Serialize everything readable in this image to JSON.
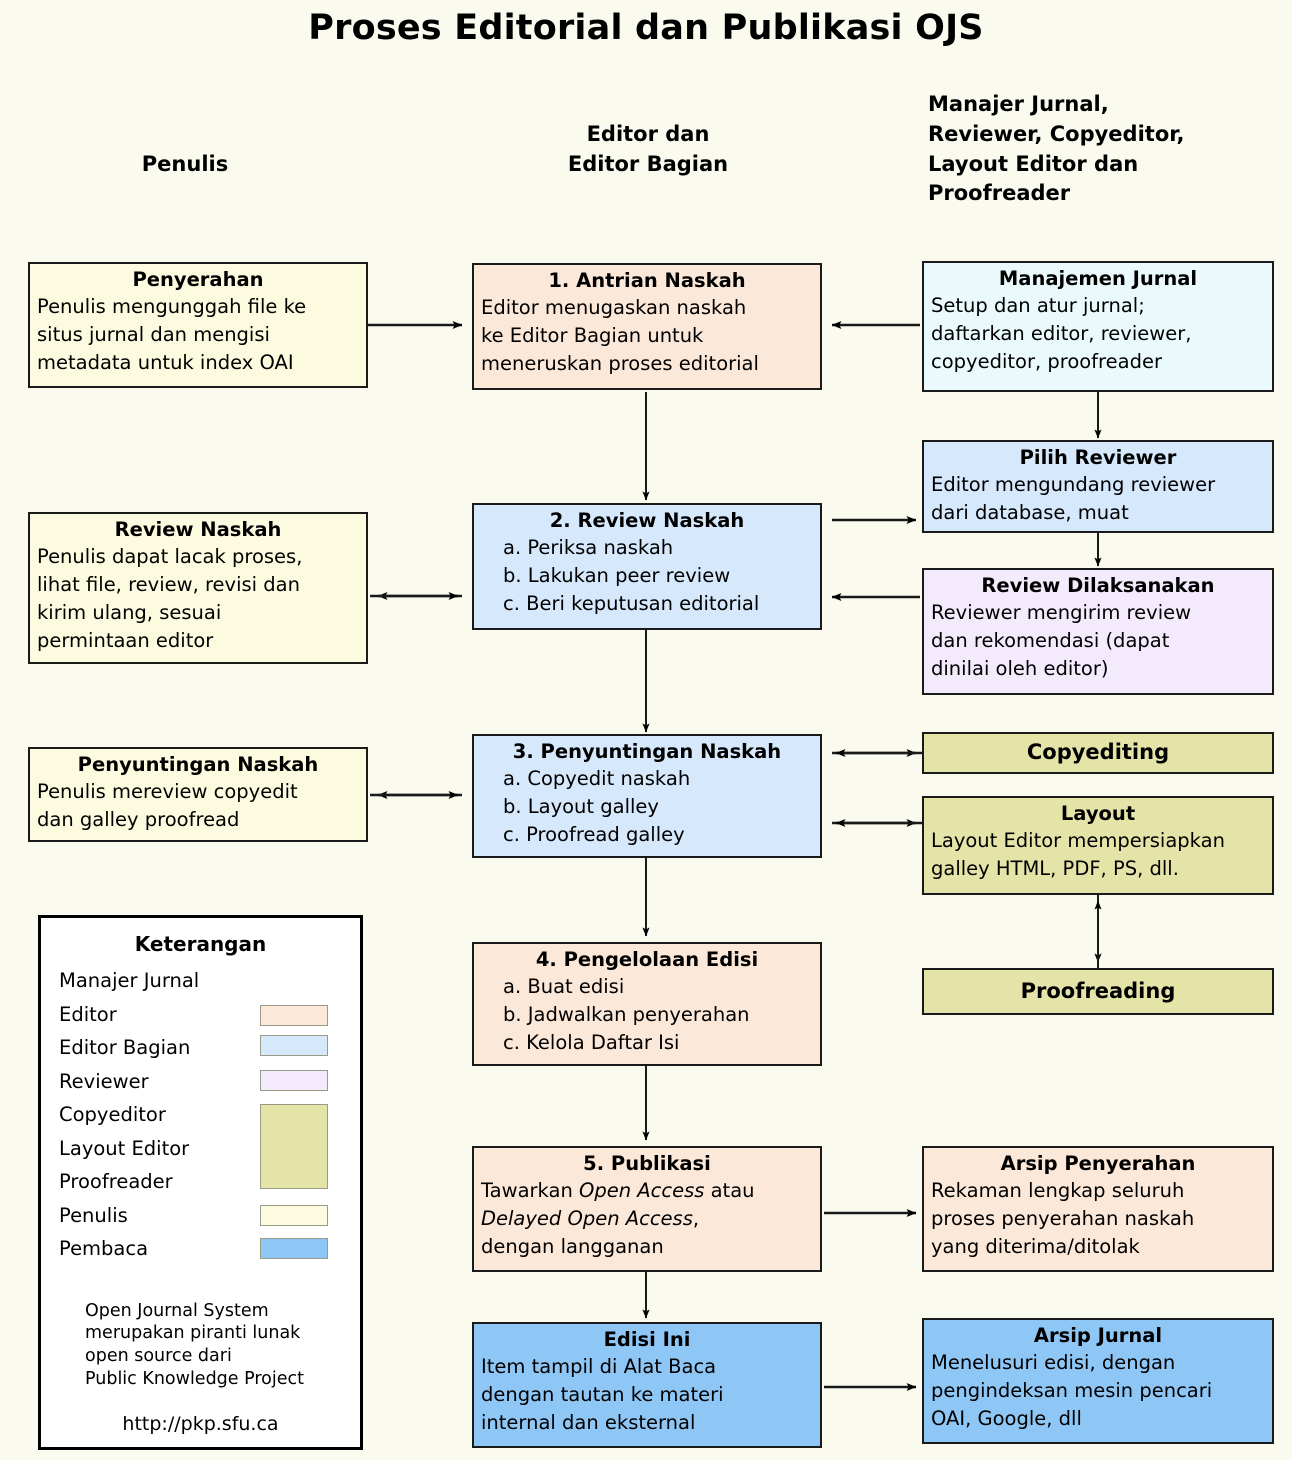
{
  "title": "Proses Editorial dan Publikasi OJS",
  "columns": {
    "left": "Penulis",
    "middle_l1": "Editor dan",
    "middle_l2": "Editor Bagian",
    "right_l1": "Manajer Jurnal,",
    "right_l2": "Reviewer, Copyeditor,",
    "right_l3": "Layout Editor dan",
    "right_l4": "Proofreader"
  },
  "boxes": {
    "penyerahan": {
      "title": "Penyerahan",
      "l1": "Penulis mengunggah file ke",
      "l2": "situs jurnal dan mengisi",
      "l3": "metadata untuk index OAI",
      "role": "Penulis",
      "color": "#fcfbe0"
    },
    "antrian_naskah": {
      "title": "1. Antrian Naskah",
      "l1": "Editor menugaskan naskah",
      "l2": "ke Editor Bagian untuk",
      "l3": "meneruskan proses editorial",
      "role": "Editor",
      "color": "#fce8d8"
    },
    "manajemen_jurnal": {
      "title": "Manajemen Jurnal",
      "l1": "Setup dan atur jurnal;",
      "l2": "daftarkan editor, reviewer,",
      "l3": "copyeditor, proofreader",
      "role": "Manajer Jurnal",
      "color": "#eafafc"
    },
    "review_naskah_author": {
      "title": "Review Naskah",
      "l1": "Penulis dapat lacak proses,",
      "l2": "lihat file, review, revisi dan",
      "l3": "kirim ulang, sesuai",
      "l4": "permintaan editor",
      "role": "Penulis",
      "color": "#fcfbe0"
    },
    "review_naskah": {
      "title": "2. Review Naskah",
      "l1": "a. Periksa naskah",
      "l2": "b. Lakukan peer review",
      "l3": "c. Beri keputusan editorial",
      "role": "Editor Bagian",
      "color": "#d6e8fb"
    },
    "pilih_reviewer": {
      "title": "Pilih Reviewer",
      "l1": "Editor mengundang reviewer",
      "l2": "dari database, muat",
      "role": "Editor Bagian",
      "color": "#d6e8fb"
    },
    "review_dilaksanakan": {
      "title": "Review Dilaksanakan",
      "l1": "Reviewer mengirim review",
      "l2": "dan rekomendasi (dapat",
      "l3": "dinilai oleh editor)",
      "role": "Reviewer",
      "color": "#f3eafc"
    },
    "penyuntingan_author": {
      "title": "Penyuntingan Naskah",
      "l1": "Penulis mereview copyedit",
      "l2": "dan galley proofread",
      "role": "Penulis",
      "color": "#fcfbe0"
    },
    "penyuntingan_naskah": {
      "title": "3. Penyuntingan Naskah",
      "l1": "a. Copyedit naskah",
      "l2": "b. Layout galley",
      "l3": "c. Proofread galley",
      "role": "Editor Bagian",
      "color": "#d6e8fb"
    },
    "copyediting": {
      "title": "Copyediting",
      "role": "Copyeditor",
      "color": "#e4e4a9"
    },
    "layout": {
      "title": "Layout",
      "l1": "Layout Editor mempersiapkan",
      "l2": "galley HTML, PDF, PS, dll.",
      "role": "Layout Editor",
      "color": "#e4e4a9"
    },
    "proofreading": {
      "title": "Proofreading",
      "role": "Proofreader",
      "color": "#e4e4a9"
    },
    "pengelolaan_edisi": {
      "title": "4. Pengelolaan Edisi",
      "l1": "a. Buat edisi",
      "l2": "b. Jadwalkan penyerahan",
      "l3": "c. Kelola Daftar Isi",
      "role": "Editor",
      "color": "#fce8d8"
    },
    "publikasi": {
      "title": "5. Publikasi",
      "l1_a": "Tawarkan ",
      "l1_em": "Open Access",
      "l1_b": " atau",
      "l2_em": "Delayed Open Access",
      "l2_b": ",",
      "l3": "dengan langganan",
      "role": "Editor",
      "color": "#fce8d8"
    },
    "arsip_penyerahan": {
      "title": "Arsip Penyerahan",
      "l1": "Rekaman lengkap seluruh",
      "l2": "proses penyerahan naskah",
      "l3": "yang diterima/ditolak",
      "role": "Editor",
      "color": "#fce8d8"
    },
    "edisi_ini": {
      "title": "Edisi Ini",
      "l1": "Item tampil di Alat Baca",
      "l2": "dengan tautan ke materi",
      "l3": "internal dan eksternal",
      "role": "Pembaca",
      "color": "#8ec6f5"
    },
    "arsip_jurnal": {
      "title": "Arsip Jurnal",
      "l1": "Menelusuri edisi, dengan",
      "l2": "pengindeksan mesin pencari",
      "l3": "OAI, Google, dll",
      "role": "Pembaca",
      "color": "#8ec6f5"
    }
  },
  "legend": {
    "title": "Keterangan",
    "items": [
      {
        "label": "Manajer Jurnal",
        "color": "#eafafc"
      },
      {
        "label": "Editor",
        "color": "#fce8d8"
      },
      {
        "label": "Editor Bagian",
        "color": "#d6e8fb"
      },
      {
        "label": "Reviewer",
        "color": "#f3eafc"
      },
      {
        "label": "Copyeditor",
        "color": "#e4e4a9"
      },
      {
        "label": "Layout Editor",
        "color": "#e4e4a9"
      },
      {
        "label": "Proofreader",
        "color": "#e4e4a9"
      },
      {
        "label": "Penulis",
        "color": "#fcfbe0"
      },
      {
        "label": "Pembaca",
        "color": "#8ec6f5"
      }
    ],
    "note_l1": "Open Journal System",
    "note_l2": "merupakan piranti lunak",
    "note_l3": "open source dari",
    "note_l4": "Public Knowledge Project",
    "url": "http://pkp.sfu.ca"
  }
}
